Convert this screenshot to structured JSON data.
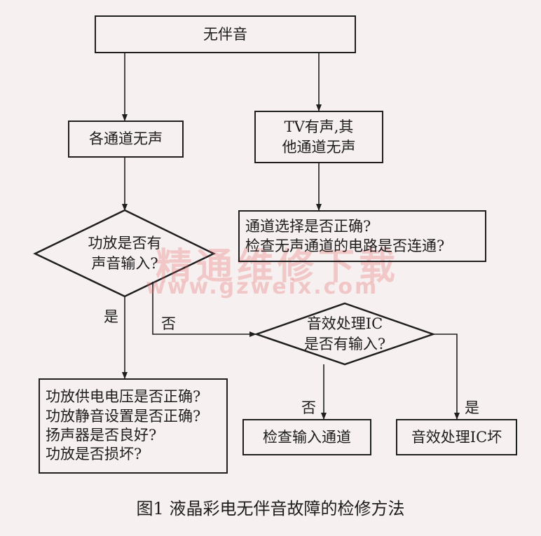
{
  "colors": {
    "line": "#1f1f1f",
    "background": "#f7f0f0",
    "watermark": "#e05a5a"
  },
  "nodes": {
    "start": "无伴音",
    "all_channels_silent": "各通道无声",
    "tv_sound": {
      "line1": "TV有声,其",
      "line2": "他通道无声"
    },
    "check_channel": {
      "line1": "通道选择是否正确?",
      "line2": "检查无声通道的电路是否连通?"
    },
    "amp_input": {
      "line1": "功放是否有",
      "line2": "声音输入?"
    },
    "ic_input": {
      "line1": "音效处理IC",
      "line2": "是否有输入?"
    },
    "amp_checks": {
      "line1": "功放供电电压是否正确?",
      "line2": "功放静音设置是否正确?",
      "line3": "扬声器是否良好?",
      "line4": "功放是否损坏?"
    },
    "check_input_channel": "检查输入通道",
    "ic_broken": "音效处理IC坏"
  },
  "edge_labels": {
    "yes": "是",
    "no": "否"
  },
  "watermark": {
    "cn": "精通维修下载",
    "url": "www.gzweix.com"
  },
  "caption": "图1  液晶彩电无伴音故障的检修方法"
}
